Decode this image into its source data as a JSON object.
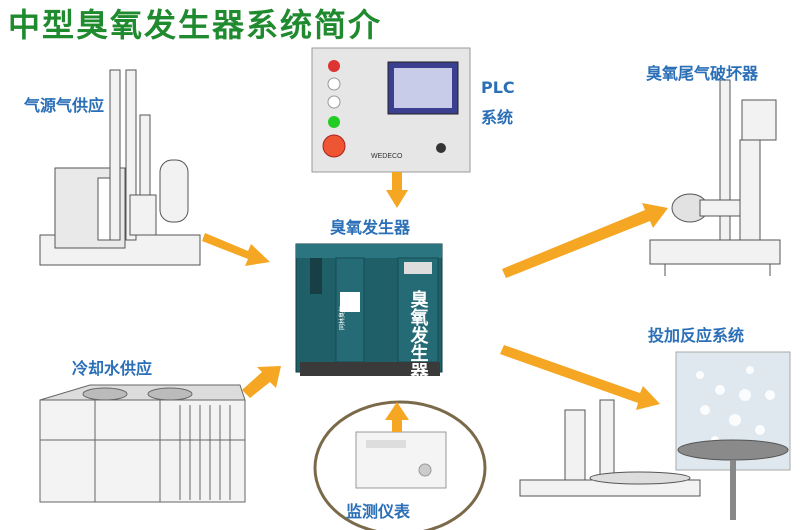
{
  "title": "中型臭氧发生器系统简介",
  "labels": {
    "gas_supply": "气源气供应",
    "cooling_supply": "冷却水供应",
    "plc": "PLC",
    "plc_system": "系统",
    "generator": "臭氧发生器",
    "tail_gas": "臭氧尾气破坏器",
    "dosing": "投加反应系统",
    "monitor": "监测仪表"
  },
  "generator_panel_text": "臭氧发生器",
  "generator_brand": "同林臭氧",
  "plc_brand": "WEDECO",
  "colors": {
    "title": "#1f8a2e",
    "label_blue": "#2b6fb7",
    "arrow": "#f5a623",
    "generator_body": "#1f5f68"
  }
}
